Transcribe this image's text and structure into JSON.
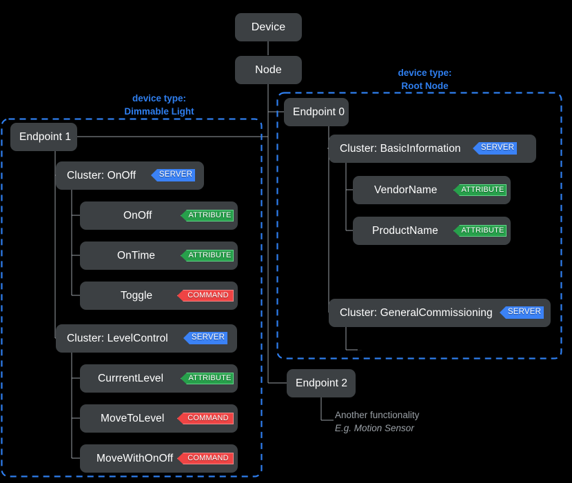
{
  "diagram": {
    "title_nodes": {
      "device": "Device",
      "node": "Node"
    },
    "badge_labels": {
      "server": "SERVER",
      "attribute": "ATTRIBUTE",
      "command": "COMMAND"
    },
    "colors": {
      "background": "#000000",
      "node_fill": "#3c4043",
      "node_text": "#ffffff",
      "connector": "#9aa0a6",
      "devtype_blue": "#2f7ff0",
      "dashed_border": "#2f7ff0",
      "server_badge": "#3b82f6",
      "attribute_badge": "#27a04b",
      "attribute_badge_border": "#63d68a",
      "command_badge": "#ef4444",
      "command_badge_border": "#f28b8b",
      "note_text": "#9aa0a6"
    },
    "groups": [
      {
        "id": "dimmable-light",
        "devtype_caption_line1": "device type:",
        "devtype_caption_line2": "Dimmable Light"
      },
      {
        "id": "root-node",
        "devtype_caption_line1": "device type:",
        "devtype_caption_line2": "Root Node"
      }
    ],
    "endpoints": [
      {
        "id": "endpoint-0",
        "label": "Endpoint 0"
      },
      {
        "id": "endpoint-1",
        "label": "Endpoint 1"
      },
      {
        "id": "endpoint-2",
        "label": "Endpoint 2"
      }
    ],
    "clusters": [
      {
        "id": "cluster-onoff",
        "label": "Cluster: OnOff",
        "badge": "SERVER",
        "badge_kind": "server"
      },
      {
        "id": "cluster-levelcontrol",
        "label": "Cluster: LevelControl",
        "badge": "SERVER",
        "badge_kind": "server"
      },
      {
        "id": "cluster-basicinformation",
        "label": "Cluster: BasicInformation",
        "badge": "SERVER",
        "badge_kind": "server"
      },
      {
        "id": "cluster-generalcommissioning",
        "label": "Cluster: GeneralCommissioning",
        "badge": "SERVER",
        "badge_kind": "server"
      }
    ],
    "leaves": [
      {
        "id": "leaf-onoff",
        "label": "OnOff",
        "badge": "ATTRIBUTE",
        "badge_kind": "attribute"
      },
      {
        "id": "leaf-ontime",
        "label": "OnTime",
        "badge": "ATTRIBUTE",
        "badge_kind": "attribute"
      },
      {
        "id": "leaf-toggle",
        "label": "Toggle",
        "badge": "COMMAND",
        "badge_kind": "command"
      },
      {
        "id": "leaf-currrentlevel",
        "label": "CurrrentLevel",
        "badge": "ATTRIBUTE",
        "badge_kind": "attribute"
      },
      {
        "id": "leaf-movetolevel",
        "label": "MoveToLevel",
        "badge": "COMMAND",
        "badge_kind": "command"
      },
      {
        "id": "leaf-movewithonoff",
        "label": "MoveWithOnOff",
        "badge": "COMMAND",
        "badge_kind": "command"
      },
      {
        "id": "leaf-vendorname",
        "label": "VendorName",
        "badge": "ATTRIBUTE",
        "badge_kind": "attribute"
      },
      {
        "id": "leaf-productname",
        "label": "ProductName",
        "badge": "ATTRIBUTE",
        "badge_kind": "attribute"
      }
    ],
    "notes": [
      {
        "id": "endpoint2-note",
        "line1": "Another functionality",
        "line2": "E.g. Motion Sensor"
      }
    ],
    "ellipsis": "..."
  }
}
